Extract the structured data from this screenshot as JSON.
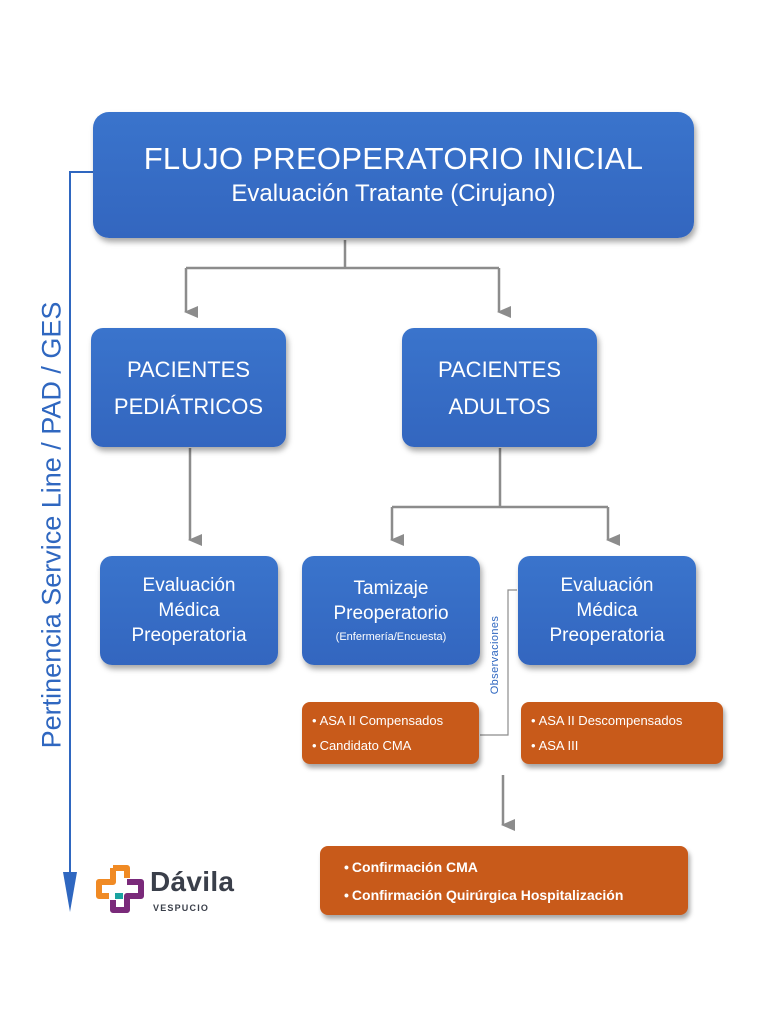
{
  "header": {
    "title": "FLUJO PREOPERATORIO INICIAL",
    "subtitle": "Evaluación Tratante (Cirujano)"
  },
  "side_label": "Pertinencia Service Line / PAD / GES",
  "groups": {
    "pediatric": {
      "line1": "PACIENTES",
      "line2": "PEDIÁTRICOS"
    },
    "adult": {
      "line1": "PACIENTES",
      "line2": "ADULTOS"
    }
  },
  "steps": {
    "pediatric_eval": {
      "line1": "Evaluación",
      "line2": "Médica",
      "line3": "Preoperatoria"
    },
    "screening": {
      "line1": "Tamizaje",
      "line2": "Preoperatorio",
      "note": "(Enfermería/Encuesta)"
    },
    "adult_eval": {
      "line1": "Evaluación",
      "line2": "Médica",
      "line3": "Preoperatoria"
    }
  },
  "observations_label": "Observaciones",
  "lists": {
    "compensated": [
      "ASA II Compensados",
      "Candidato CMA"
    ],
    "decompensated": [
      "ASA II Descompensados",
      "ASA III"
    ],
    "confirmation": [
      "Confirmación CMA",
      "Confirmación Quirúrgica Hospitalización"
    ]
  },
  "logo": {
    "name": "Dávila",
    "sub": "VESPUCIO"
  },
  "colors": {
    "box_blue": "#3a74cc",
    "accent_orange": "#c85a1a",
    "connector_gray": "#8c8c8c",
    "label_blue": "#2f67c0",
    "logo_orange": "#f08a24",
    "logo_purple": "#7a2a7a",
    "logo_teal": "#1aa3a0"
  }
}
